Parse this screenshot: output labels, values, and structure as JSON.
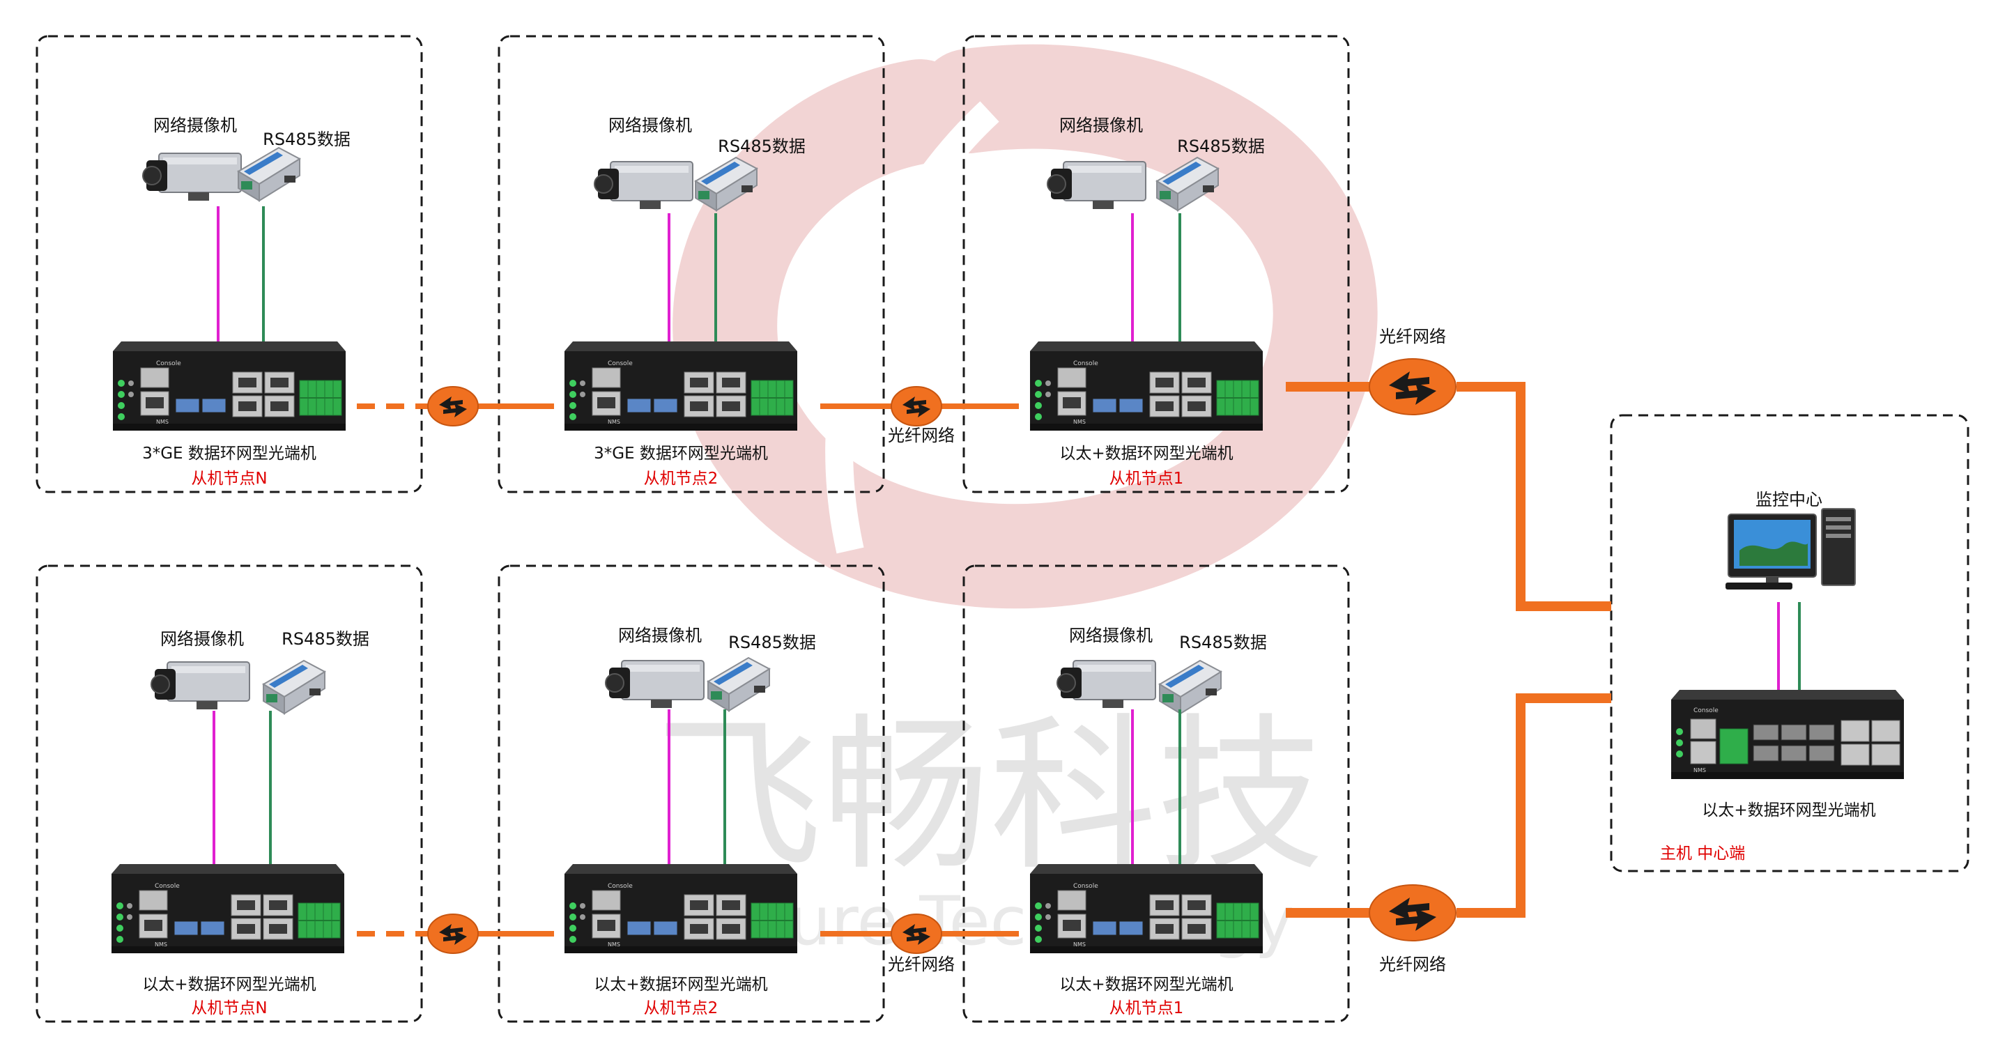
{
  "watermark": {
    "chinese": "飞畅科技",
    "english": "Future Technology"
  },
  "labels": {
    "camera": "网络摄像机",
    "rs485": "RS485数据",
    "fiber_network": "光纤网络",
    "monitor_center": "监控中心"
  },
  "nodes_top": [
    {
      "device_label": "3*GE 数据环网型光端机",
      "role": "从机节点N"
    },
    {
      "device_label": "3*GE 数据环网型光端机",
      "role": "从机节点2"
    },
    {
      "device_label": "以太+数据环网型光端机",
      "role": "从机节点1"
    }
  ],
  "nodes_bottom": [
    {
      "device_label": "以太+数据环网型光端机",
      "role": "从机节点N"
    },
    {
      "device_label": "以太+数据环网型光端机",
      "role": "从机节点2"
    },
    {
      "device_label": "以太+数据环网型光端机",
      "role": "从机节点1"
    }
  ],
  "center": {
    "title": "监控中心",
    "device_label": "以太+数据环网型光端机",
    "role": "主机 中心端"
  },
  "device_panel_text": {
    "console": "Console",
    "nms": "NMS"
  },
  "colors": {
    "fiber": "#f07020",
    "video_line": "#e020d0",
    "data_line": "#2e8b57",
    "role_text": "#e00000",
    "watermark": "#f2d4d4",
    "device_body": "#1c1c1c",
    "terminal_block": "#2fae4a"
  },
  "icons": [
    "camera-icon",
    "rs485-converter-icon",
    "fiber-node-icon",
    "computer-icon"
  ]
}
